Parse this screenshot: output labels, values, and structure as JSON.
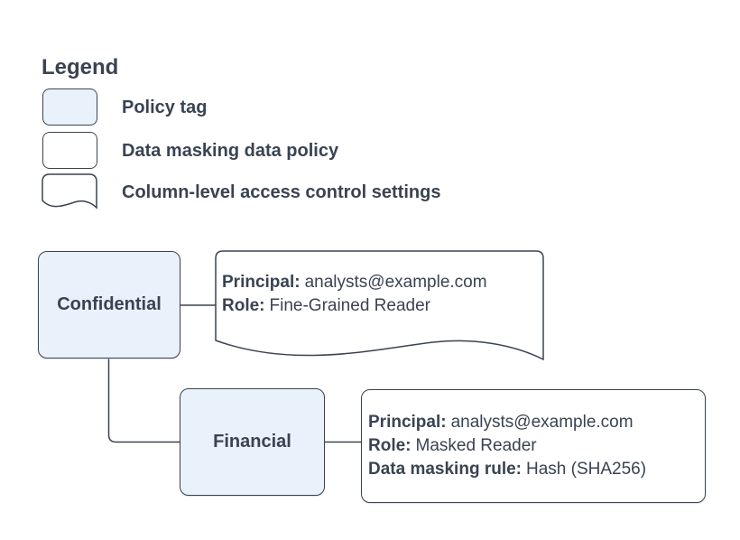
{
  "legend": {
    "title": "Legend",
    "items": [
      {
        "swatch": "policy-tag-shape",
        "label": "Policy tag"
      },
      {
        "swatch": "data-masking-policy-shape",
        "label": "Data masking data policy"
      },
      {
        "swatch": "column-access-control-shape",
        "label": "Column-level access control settings"
      }
    ]
  },
  "diagram": {
    "policy_tags": [
      {
        "label": "Confidential"
      },
      {
        "label": "Financial"
      }
    ],
    "access_control": {
      "fields": [
        {
          "label": "Principal:",
          "value": "analysts@example.com"
        },
        {
          "label": "Role:",
          "value": "Fine-Grained Reader"
        }
      ]
    },
    "data_policy": {
      "fields": [
        {
          "label": "Principal:",
          "value": "analysts@example.com"
        },
        {
          "label": "Role:",
          "value": "Masked Reader"
        },
        {
          "label": "Data masking rule:",
          "value": "Hash (SHA256)"
        }
      ]
    }
  },
  "colors": {
    "policy_tag_fill": "#e9f1fb",
    "stroke": "#3a4352",
    "text": "#3a4352",
    "background": "#ffffff"
  }
}
